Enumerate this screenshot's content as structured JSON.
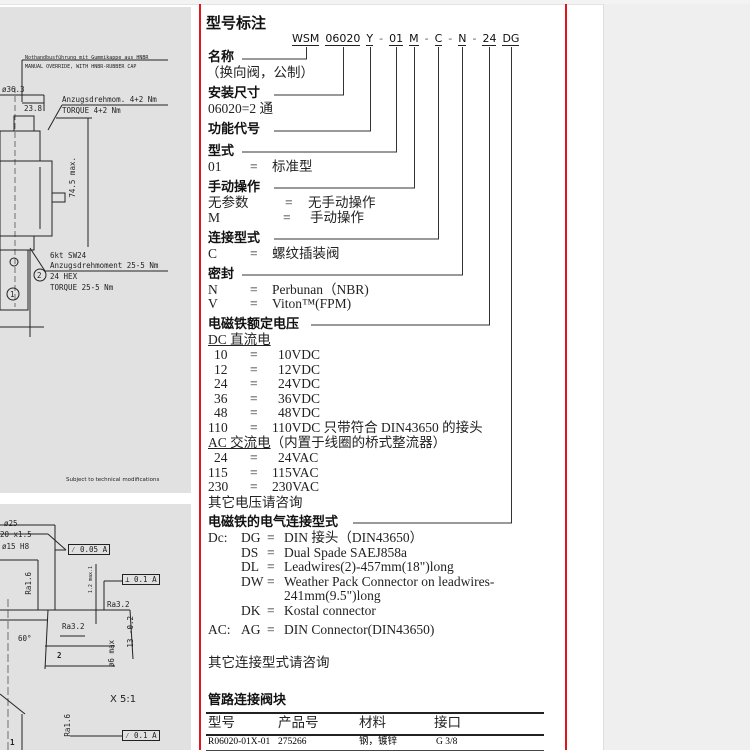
{
  "colors": {
    "frame": "#e4141b",
    "drawing_bg": "#e1e1e1",
    "side_bg": "#efefef"
  },
  "drawing1": {
    "note_de": "Nothandbusführung mit Gummikappe aus HNBR",
    "note_en": "MANUAL OVERRIDE, WITH HNBR-RUBBER CAP",
    "dim_dia": "ø36.3",
    "dim_width": "23.8",
    "torque1_de": "Anzugsdrehmom. 4+2 Nm",
    "torque1_en": "TORQUE 4+2 Nm",
    "dim_height": "74.5 max.",
    "hex_de": "6kt SW24",
    "torque2_de": "Anzugsdrehmoment 25-5 Nm",
    "hex_en": "24 HEX",
    "torque2_en": "TORQUE 25-5 Nm",
    "callout1": "1",
    "callout2": "2",
    "footer": "Subject to technical modifications"
  },
  "drawing2": {
    "dia25": "ø25",
    "thread": "20 x1.5",
    "dia15": "ø15 H8",
    "tol1": "⁄ 0.05 A",
    "tol2": "⊥ 0.1 A",
    "tol3": "⁄ 0.1 A",
    "ra1": "Ra1.6",
    "ra2": "Ra3.2",
    "ra3": "Ra3.2",
    "ra4": "Ra1.6",
    "angle": "60°",
    "dim_max": "1.2 max.1",
    "dim13": "13 -0.2",
    "dia6": "ø6 max",
    "label2": "2",
    "label1": "1",
    "scale": "X 5:1"
  },
  "doc": {
    "title": "型号标注",
    "code": [
      "WSM",
      "06020",
      "Y",
      "-",
      "01",
      "M",
      "-",
      "C",
      "-",
      "N",
      "-",
      "24",
      "DG"
    ],
    "name_h": "名称",
    "name_desc": "（换向阀，公制）",
    "size_h": "安装尺寸",
    "size_desc": "06020=2 通",
    "func_h": "功能代号",
    "type_h": "型式",
    "type_rows": [
      {
        "k": "01",
        "eq": "=",
        "v": "标准型"
      }
    ],
    "manual_h": "手动操作",
    "manual_rows": [
      {
        "k": "无参数",
        "eq": "=",
        "v": "无手动操作"
      },
      {
        "k": "M",
        "eq": "=",
        "v": "手动操作"
      }
    ],
    "conn_h": "连接型式",
    "conn_rows": [
      {
        "k": "C",
        "eq": "=",
        "v": "螺纹插装阀"
      }
    ],
    "seal_h": "密封",
    "seal_rows": [
      {
        "k": "N",
        "eq": "=",
        "v": "Perbunan（NBR)"
      },
      {
        "k": "V",
        "eq": "=",
        "v": "Viton™(FPM)"
      }
    ],
    "volt_h": "电磁铁额定电压",
    "dc_h": "DC  直流电",
    "dc_rows": [
      {
        "k": "10",
        "eq": "=",
        "v": "10VDC"
      },
      {
        "k": "12",
        "eq": "=",
        "v": "12VDC"
      },
      {
        "k": "24",
        "eq": "=",
        "v": "24VDC"
      },
      {
        "k": "36",
        "eq": "=",
        "v": "36VDC"
      },
      {
        "k": "48",
        "eq": "=",
        "v": "48VDC"
      },
      {
        "k": "110",
        "eq": "=",
        "v": "110VDC 只带符合 DIN43650 的接头"
      }
    ],
    "ac_h": "AC 交流电",
    "ac_note": "（内置于线圈的桥式整流器）",
    "ac_rows": [
      {
        "k": "24",
        "eq": "=",
        "v": "24VAC"
      },
      {
        "k": "115",
        "eq": "=",
        "v": "115VAC"
      },
      {
        "k": "230",
        "eq": "=",
        "v": "230VAC"
      }
    ],
    "volt_other": "其它电压请咨询",
    "elec_h": "电磁铁的电气连接型式",
    "elec_dc": "Dc:",
    "elec_rows": [
      {
        "k": "DG",
        "eq": "=",
        "v": "DIN 接头（DIN43650）"
      },
      {
        "k": "DS",
        "eq": "=",
        "v": "Dual Spade SAEJ858a"
      },
      {
        "k": "DL",
        "eq": "=",
        "v": "Leadwires(2)-457mm(18\")long"
      },
      {
        "k": "DW",
        "eq": "=",
        "v": "Weather Pack Connector on leadwires-",
        "v2": "241mm(9.5\")long"
      },
      {
        "k": "DK",
        "eq": "=",
        "v": "Kostal connector"
      }
    ],
    "elec_ac": "AC:",
    "elec_ac_row": {
      "k": "AG",
      "eq": "=",
      "v": "DIN Connector(DIN43650)"
    },
    "elec_other": "其它连接型式请咨询",
    "block_h": "管路连接阀块",
    "table": {
      "headers": [
        "型号",
        "产品号",
        "材料",
        "接口"
      ],
      "rows": [
        [
          "R06020-01X-01",
          "275266",
          "钢，镀锌",
          "G 3/8"
        ]
      ]
    }
  }
}
